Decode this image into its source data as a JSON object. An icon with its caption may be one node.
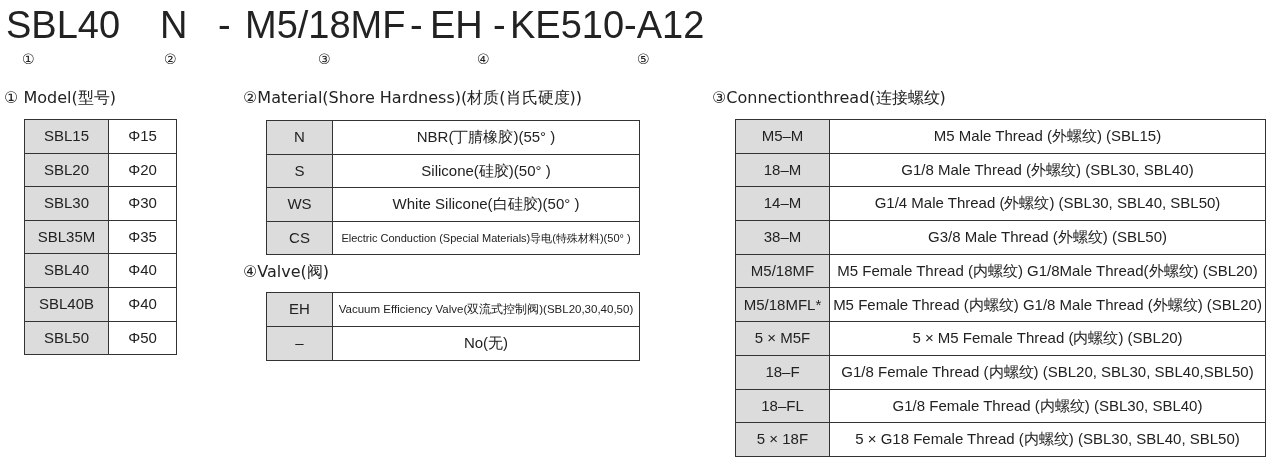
{
  "diagram": {
    "labels": [
      "SBL40",
      "N",
      "-",
      "M5/18MF",
      "-",
      "EH",
      "-",
      "KE510-A12",
      "①",
      "②",
      "③",
      "④",
      "⑤",
      "① Model(型号)",
      "SBL15",
      "Φ15",
      "SBL20",
      "Φ20",
      "SBL30",
      "Φ30",
      "SBL35M",
      "Φ35",
      "SBL40",
      "Φ40",
      "SBL40B",
      "Φ40",
      "SBL50",
      "Φ50",
      "②Material(Shore Hardness)(材质(肖氏硬度))",
      "N",
      "NBR(丁腈橡胶)(55° )",
      "S",
      "Silicone(硅胶)(50° )",
      "WS",
      "White Silicone(白硅胶)(50° )",
      "CS",
      "Electric Conduction (Special Materials)导电(特殊材料)(50° )",
      "④Valve(阀)",
      "EH",
      "Vacuum Efficiency Valve(双流式控制阀)(SBL20,30,40,50)",
      "–",
      "No(无)",
      "③Connectionthread(连接螺纹)",
      "M5–M",
      "M5 Male Thread (外螺纹) (SBL15)",
      "18–M",
      "G1/8 Male Thread (外螺纹) (SBL30, SBL40)",
      "14–M",
      "G1/4 Male Thread (外螺纹) (SBL30, SBL40, SBL50)",
      "38–M",
      "G3/8 Male Thread (外螺纹) (SBL50)",
      "M5/18MF",
      "M5 Female Thread (内螺纹) G1/8Male Thread(外螺纹) (SBL20)",
      "M5/18MFL*",
      "M5 Female Thread (内螺纹) G1/8 Male Thread (外螺纹) (SBL20)",
      "5 × M5F",
      "5 × M5 Female Thread (内螺纹) (SBL20)",
      "18–F",
      "G1/8 Female Thread (内螺纹) (SBL20, SBL30, SBL40,SBL50)",
      "18–FL",
      "G1/8 Female Thread (内螺纹) (SBL30, SBL40)",
      "5 × 18F",
      "5 × G18 Female Thread (内螺纹) (SBL30, SBL40, SBL50)"
    ]
  }
}
